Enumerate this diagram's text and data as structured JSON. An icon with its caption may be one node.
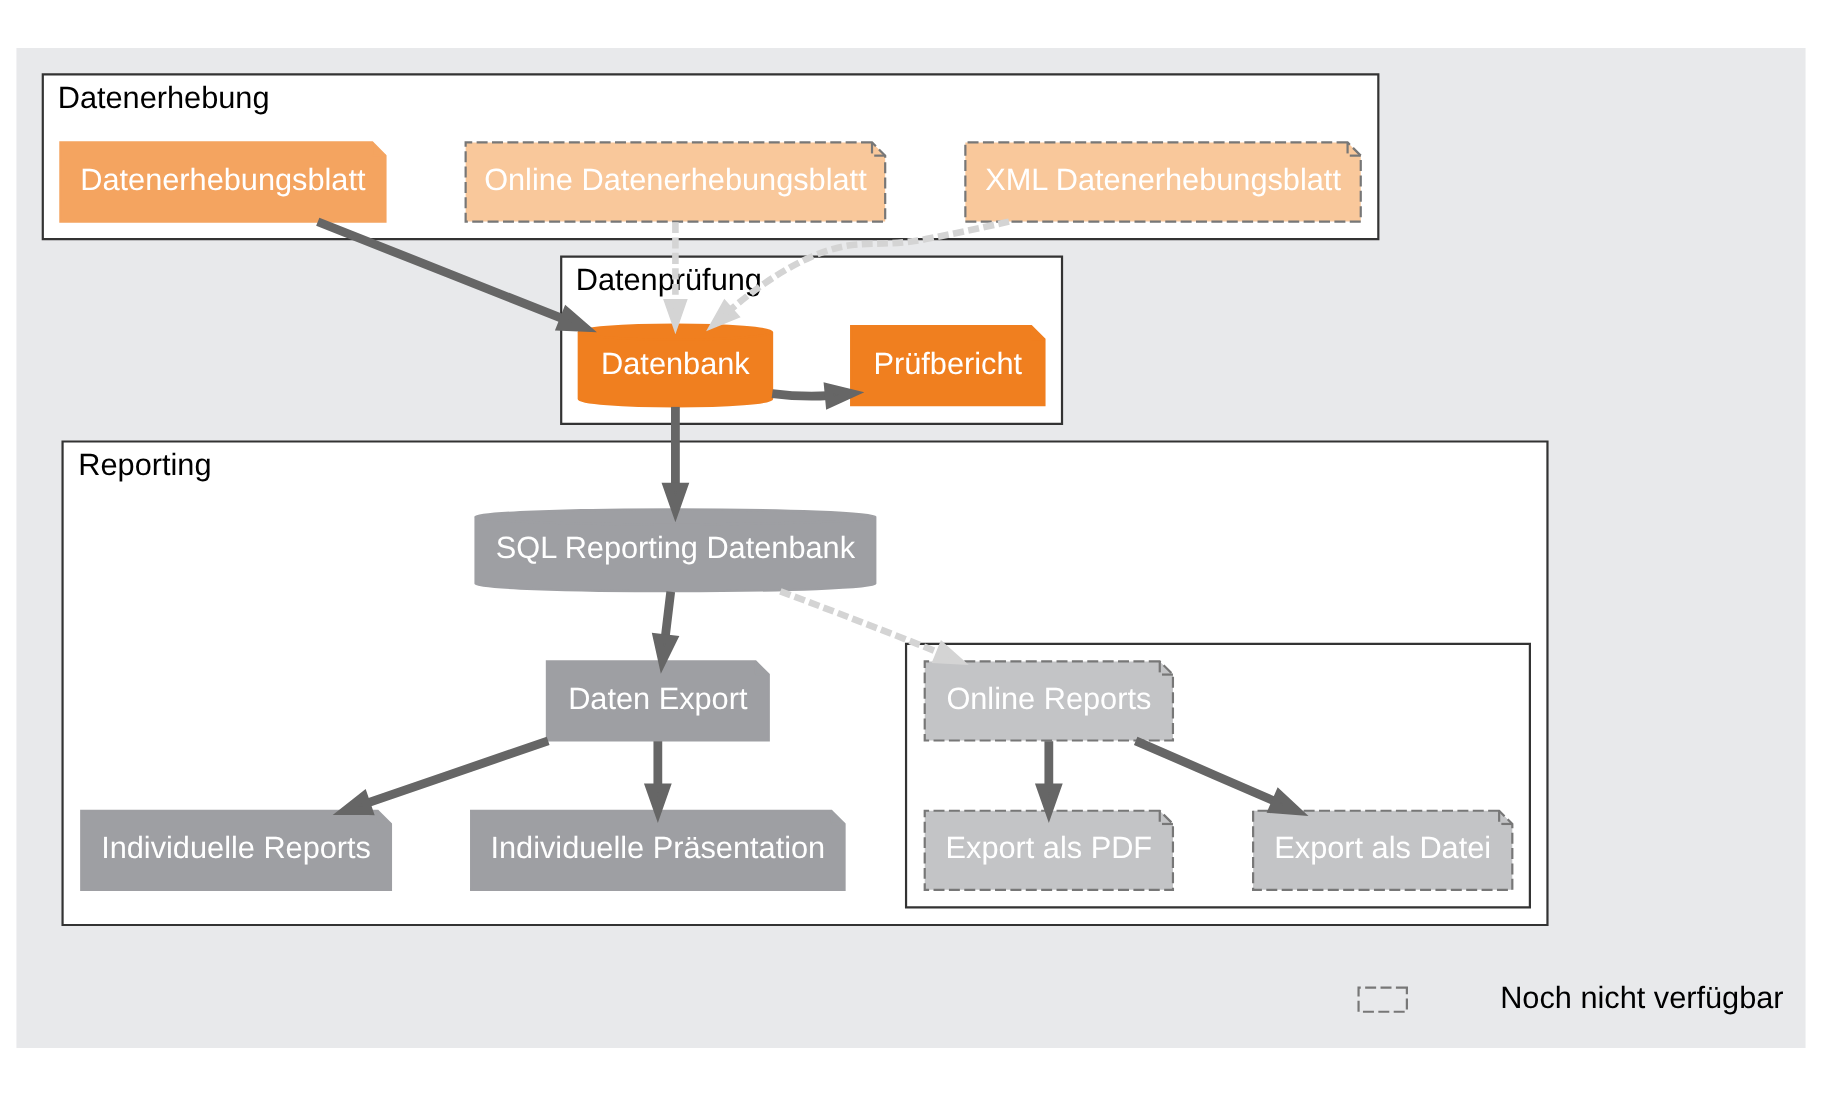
{
  "diagram": {
    "nodes": [
      {
        "text": [
          "Datenerhebung"
        ]
      },
      {
        "text": [
          "Datenerhebungsblatt"
        ],
        "in": 0
      },
      {
        "text": [
          "Online Datenerhebungsblatt"
        ],
        "in": 0
      },
      {
        "text": [
          "XML Datenerhebungsblatt"
        ],
        "in": 0
      },
      {
        "text": [
          "Datenprüfung"
        ]
      },
      {
        "text": [
          "Prüfbericht"
        ],
        "in": 4
      },
      {
        "text": [
          "Datenbank"
        ],
        "in": 4
      },
      {
        "text": [
          "Reporting"
        ]
      },
      {
        "text": [
          "Daten Export"
        ],
        "in": 7
      },
      {
        "text": [
          "SQL Reporting Datenbank"
        ],
        "in": 7
      },
      {
        "text": [
          "Individuelle Reports"
        ],
        "in": 7
      },
      {
        "text": [
          "Individuelle Präsentation"
        ],
        "in": 7
      },
      {
        "text": [],
        "shape": "box",
        "in": 7
      },
      {
        "text": [
          "Online Reports"
        ],
        "in": 12
      },
      {
        "text": [
          "Export als PDF"
        ],
        "in": 12
      },
      {
        "text": [
          "Export als Datei"
        ],
        "in": 12
      }
    ],
    "edges": [
      {
        "from": 1,
        "to": 6,
        "arrow": "to"
      },
      {
        "from": 2,
        "to": 6,
        "arrow": "to",
        "style": "dashed",
        "color": "#d4d4d4"
      },
      {
        "from": 3,
        "to": 6,
        "arrow": "to",
        "style": "dashed",
        "color": "#d4d4d4"
      },
      {
        "from": 6,
        "to": 5,
        "arrow": "to"
      },
      {
        "from": 6,
        "to": 9,
        "arrow": "to"
      },
      {
        "from": 9,
        "to": 8,
        "arrow": "to"
      },
      {
        "from": 8,
        "to": 10,
        "arrow": "to"
      },
      {
        "from": 8,
        "to": 11,
        "arrow": "to"
      },
      {
        "from": 9,
        "to": 13,
        "arrow": "to",
        "style": "dashed",
        "color": "#d4d4d4"
      },
      {
        "from": 13,
        "to": 14,
        "arrow": "to"
      },
      {
        "from": 13,
        "to": 15,
        "arrow": "to"
      }
    ],
    "legend": [
      {
        "text": "Noch nicht verfügbar"
      }
    ]
  }
}
